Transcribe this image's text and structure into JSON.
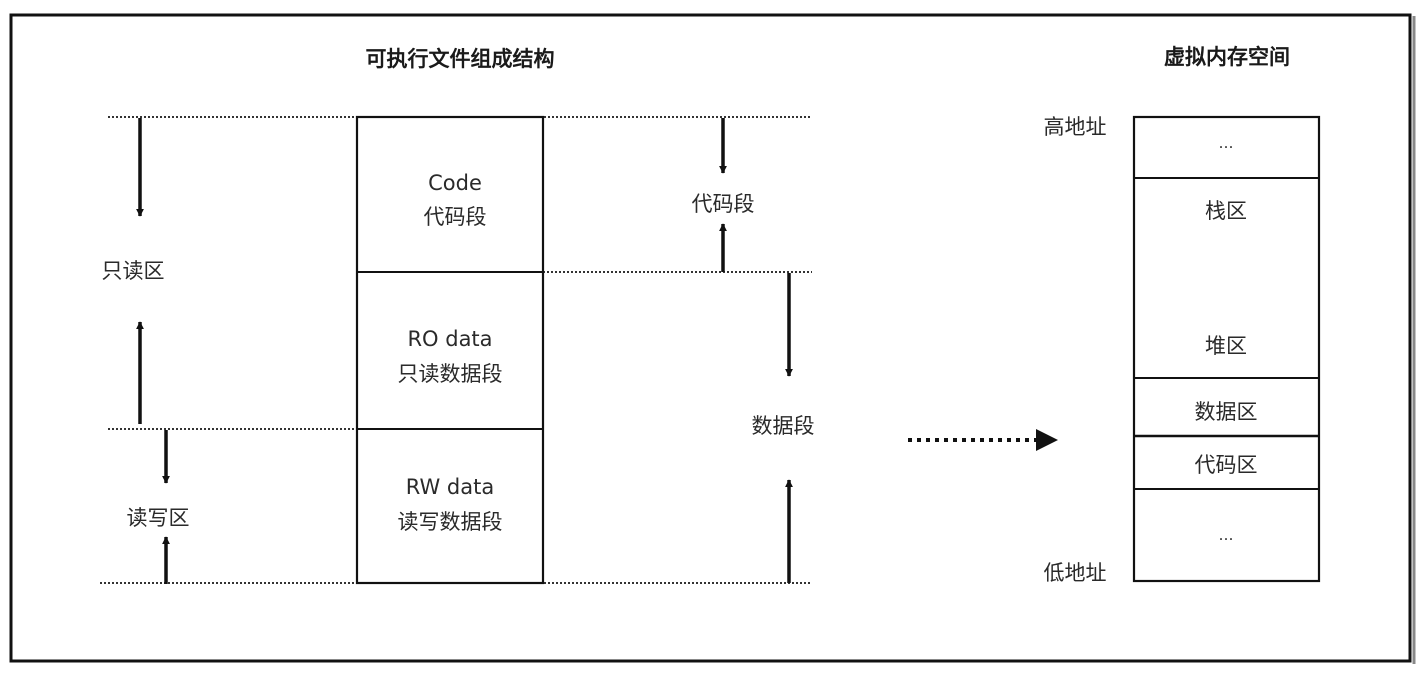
{
  "executable_structure": {
    "title": "可执行文件组成结构",
    "sections": [
      {
        "name_en": "Code",
        "name_cn": "代码段"
      },
      {
        "name_en": "RO data",
        "name_cn": "只读数据段"
      },
      {
        "name_en": "RW data",
        "name_cn": "读写数据段"
      }
    ],
    "left_regions": {
      "read_only": "只读区",
      "read_write": "读写区"
    },
    "right_segments": {
      "code": "代码段",
      "data": "数据段"
    }
  },
  "mapping_arrow": {
    "style": "dotted",
    "direction": "right"
  },
  "virtual_memory": {
    "title": "虚拟内存空间",
    "high_address": "高地址",
    "low_address": "低地址",
    "regions": [
      {
        "label": "…"
      },
      {
        "label": "栈区"
      },
      {
        "label": "堆区"
      },
      {
        "label": "数据区"
      },
      {
        "label": "代码区"
      },
      {
        "label": "…"
      }
    ]
  },
  "colors": {
    "line": "#111111",
    "text": "#2a2a2a",
    "background": "#ffffff"
  }
}
